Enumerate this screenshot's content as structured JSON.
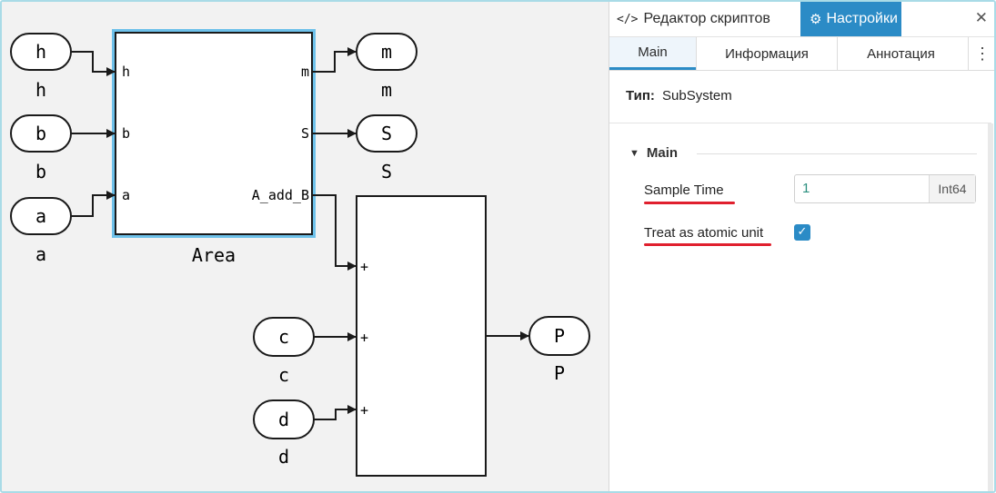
{
  "diagram": {
    "inputs": [
      {
        "label": "h",
        "caption": "h"
      },
      {
        "label": "b",
        "caption": "b"
      },
      {
        "label": "a",
        "caption": "a"
      },
      {
        "label": "c",
        "caption": "c"
      },
      {
        "label": "d",
        "caption": "d"
      }
    ],
    "outputs": [
      {
        "label": "m",
        "caption": "m"
      },
      {
        "label": "S",
        "caption": "S"
      },
      {
        "label": "P",
        "caption": "P"
      }
    ],
    "subsystem": {
      "name": "Area",
      "in_ports": [
        "h",
        "b",
        "a"
      ],
      "out_ports": [
        "m",
        "S",
        "A_add_B"
      ]
    },
    "sum_block": {
      "signs": [
        "+",
        "+",
        "+"
      ]
    }
  },
  "panel": {
    "tab_scripts": "Редактор скриптов",
    "tab_settings": "Настройки",
    "subtabs": [
      "Main",
      "Информация",
      "Аннотация"
    ],
    "type_label": "Тип:",
    "type_value": "SubSystem",
    "section_title": "Main",
    "sample_time_label": "Sample Time",
    "sample_time_value": "1",
    "sample_time_type": "Int64",
    "atomic_label": "Treat as atomic unit",
    "atomic_checked": true
  },
  "colors": {
    "accent": "#2b8bc6",
    "annotation_underline": "#e0202e",
    "selection": "#6ec1ea"
  }
}
